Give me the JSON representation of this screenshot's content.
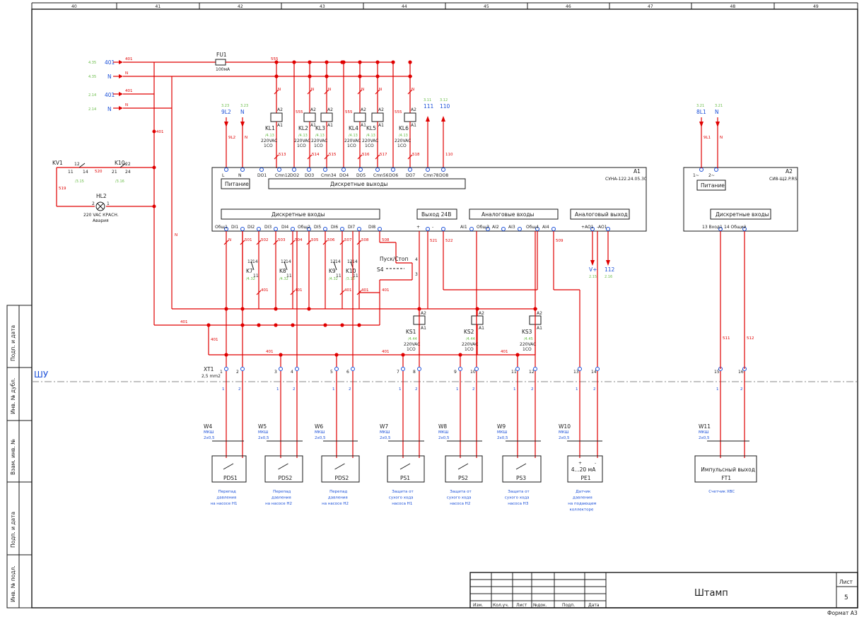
{
  "columns": [
    "40",
    "41",
    "42",
    "43",
    "44",
    "45",
    "46",
    "47",
    "48",
    "49"
  ],
  "side_stamp": [
    "Подп. и дата",
    "Инв. № дубл.",
    "Взам. инв. №",
    "Подп. и дата",
    "Инв. № подл."
  ],
  "shu": "ШУ",
  "fuse": {
    "name": "FU1",
    "rating": "100мА",
    "wire": "555"
  },
  "inputs_left": [
    {
      "xref": "4.35",
      "label": "401"
    },
    {
      "xref": "4.35",
      "label": "N"
    },
    {
      "xref": "2.14",
      "label": "401"
    },
    {
      "xref": "2.14",
      "label": "N"
    }
  ],
  "relays_top": [
    {
      "name": "KL1",
      "ref": "/4.13",
      "spec": "220VAC",
      "type": "1CO",
      "wire": "513"
    },
    {
      "name": "KL2",
      "ref": "/4.13",
      "spec": "220VAC",
      "type": "1CO",
      "wire": "514"
    },
    {
      "name": "KL3",
      "ref": "/4.13",
      "spec": "220VAC",
      "type": "1CO",
      "wire": "515"
    },
    {
      "name": "KL4",
      "ref": "/4.13",
      "spec": "220VAC",
      "type": "1CO",
      "wire": "516"
    },
    {
      "name": "KL5",
      "ref": "/4.13",
      "spec": "220VAC",
      "type": "1CO",
      "wire": "517"
    },
    {
      "name": "KL6",
      "ref": "/4.13",
      "spec": "220VAC",
      "type": "1CO",
      "wire": "518"
    }
  ],
  "coil_a1": "A1",
  "coil_a2": "A2",
  "wire_n": "N",
  "wires_555": "555",
  "out_111": {
    "xref": "3.11",
    "label": "111"
  },
  "out_110": {
    "xref": "3.12",
    "label": "110"
  },
  "wire_110": "110",
  "src_9L2": {
    "xref": "3.23",
    "label": "9L2",
    "wire": "9L2"
  },
  "src_N": {
    "xref": "3.23",
    "label": "N"
  },
  "src_8L1": {
    "xref": "3.21",
    "label": "8L1",
    "wire": "9L1"
  },
  "src_N2": {
    "xref": "3.21",
    "label": "N"
  },
  "a1": {
    "ref": "A1",
    "model": "СУНА-122.24.05.30",
    "pitanie": "Питание",
    "dout": "Дискретные выходы",
    "din": "Дискретные входы",
    "out24": "Выход 24В",
    "ain": "Аналоговые входы",
    "aout": "Аналоговый выход",
    "top_terms": [
      "L",
      "N",
      "DO1",
      "Cmn12",
      "DO2",
      "DO3",
      "Cmn34",
      "DO4",
      "DO5",
      "Cmn56",
      "DO6",
      "DO7",
      "Cmn78",
      "DO8"
    ],
    "bot_terms": [
      "Общ1",
      "DI1",
      "DI2",
      "DI3",
      "DI4",
      "Общ2",
      "DI5",
      "DI6",
      "DI7",
      "DI8",
      "+",
      "-",
      "AI1",
      "Общ3",
      "AI2",
      "AI3",
      "Общ4",
      "AI4",
      "+AO1",
      "-AO1"
    ]
  },
  "a2": {
    "ref": "A2",
    "model": "СИ8-Щ2.P.RS",
    "pitanie": "Питание",
    "din": "Дискретные входы",
    "term_l": "1~",
    "term_n": "2~",
    "term_in1": "13 Вход1",
    "term_in2": "14 Общий"
  },
  "kv1": {
    "name": "KV1",
    "p1": "11",
    "p2": "12",
    "p3": "14",
    "ref": "/3.15",
    "wire": "520"
  },
  "k10a": {
    "name": "K10",
    "p1": "21",
    "p2": "22",
    "p3": "24",
    "ref": "/3.16"
  },
  "wire_519": "519",
  "hl2": {
    "name": "HL2",
    "spec": "220 VAC КРАСН.",
    "note": "Авария",
    "p1": "2",
    "p2": "1"
  },
  "contacts_di": [
    {
      "name": "K7",
      "ref": "/4.32",
      "pins": [
        "12",
        "14",
        "11"
      ]
    },
    {
      "name": "K8",
      "ref": "/4.32",
      "pins": [
        "12",
        "14",
        "11"
      ]
    },
    {
      "name": "K9",
      "ref": "/4.32",
      "pins": [
        "12",
        "14",
        "11"
      ]
    },
    {
      "name": "K10",
      "ref": "/3.16",
      "pins": [
        "12",
        "14",
        "11"
      ]
    }
  ],
  "di_wires": [
    "N",
    "501",
    "502",
    "503",
    "504",
    "505",
    "506",
    "507",
    "508"
  ],
  "switch_s4": {
    "name": "S4",
    "label": "Пуск/Стоп",
    "p1": "4",
    "p2": "3"
  },
  "wires_521_522": [
    "521",
    "522"
  ],
  "wire_509": "509",
  "ao_outs": [
    {
      "label": "V+",
      "xref": "2.15"
    },
    {
      "label": "112",
      "xref": "2.16"
    }
  ],
  "wire_401": "401",
  "relays_bot": [
    {
      "name": "KS1",
      "ref": "/4.44",
      "spec": "220VAC",
      "type": "1CO"
    },
    {
      "name": "KS2",
      "ref": "/4.44",
      "spec": "220VAC",
      "type": "1CO"
    },
    {
      "name": "KS3",
      "ref": "/4.45",
      "spec": "220VAC",
      "type": "1CO"
    }
  ],
  "xt1": {
    "name": "XT1",
    "size": "2,5 mm2",
    "terms": [
      "1",
      "2",
      "3",
      "4",
      "5",
      "6",
      "7",
      "8",
      "9",
      "10",
      "11",
      "12",
      "13",
      "14",
      "15",
      "16"
    ]
  },
  "a2_wires": [
    "511",
    "512"
  ],
  "cables": [
    {
      "name": "W4",
      "type": "МКШ",
      "size": "2х0,5"
    },
    {
      "name": "W5",
      "type": "МКШ",
      "size": "2х0,5"
    },
    {
      "name": "W6",
      "type": "МКШ",
      "size": "2х0,5"
    },
    {
      "name": "W7",
      "type": "МКШ",
      "size": "2х0,5"
    },
    {
      "name": "W8",
      "type": "МКШ",
      "size": "2х0,5"
    },
    {
      "name": "W9",
      "type": "МКШ",
      "size": "2х0,5"
    },
    {
      "name": "W10",
      "type": "МКШ",
      "size": "2х0,5"
    },
    {
      "name": "W11",
      "type": "МКШ",
      "size": "2х0,5"
    }
  ],
  "cable_pins": [
    "1",
    "2"
  ],
  "devices": [
    {
      "name": "PDS1",
      "desc": [
        "Перепад",
        "давления",
        "на насосе Н1"
      ]
    },
    {
      "name": "PDS2",
      "desc": [
        "Перепад",
        "давления",
        "на насосе Н2"
      ]
    },
    {
      "name": "PDS2",
      "desc": [
        "Перепад",
        "давления",
        "на насосе Н2"
      ]
    },
    {
      "name": "PS1",
      "desc": [
        "Защита от",
        "сухого хода",
        "насоса Н1"
      ]
    },
    {
      "name": "PS2",
      "desc": [
        "Защита от",
        "сухого хода",
        "насоса Н2"
      ]
    },
    {
      "name": "PS3",
      "desc": [
        "Защита от",
        "сухого хода",
        "насоса Н3"
      ]
    },
    {
      "name": "PE1",
      "inner": "4...20 мА",
      "plus": "+",
      "minus": "-",
      "desc": [
        "Датчик",
        "давления",
        "на подающем",
        "коллекторе"
      ]
    },
    {
      "name": "FT1",
      "inner": "Импульсный выход",
      "desc": [
        "Счетчик ХВС"
      ]
    }
  ],
  "stamp": {
    "cols": [
      "Изм.",
      "Кол.уч.",
      "Лист",
      "№док.",
      "Подп.",
      "Дата"
    ],
    "title": "Штамп",
    "sheet_label": "Лист",
    "sheet_no": "5",
    "format": "Формат А3"
  }
}
